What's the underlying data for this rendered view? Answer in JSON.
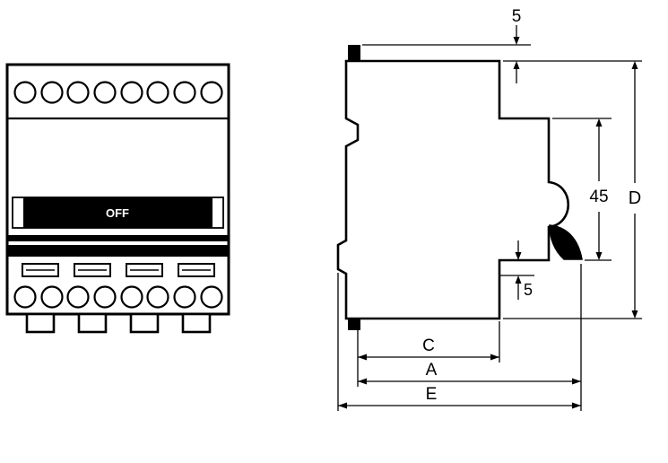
{
  "drawing": {
    "front": {
      "switch_label": "OFF"
    },
    "side": {
      "dim_top_clip": "5",
      "dim_front_height": "45",
      "dim_overall_height": "D",
      "dim_bottom_step": "5",
      "dim_width_c": "C",
      "dim_width_a": "A",
      "dim_width_e": "E"
    },
    "colors": {
      "line": "#000000",
      "background": "#ffffff",
      "switch_fill": "#000000",
      "switch_text": "#ffffff"
    }
  }
}
